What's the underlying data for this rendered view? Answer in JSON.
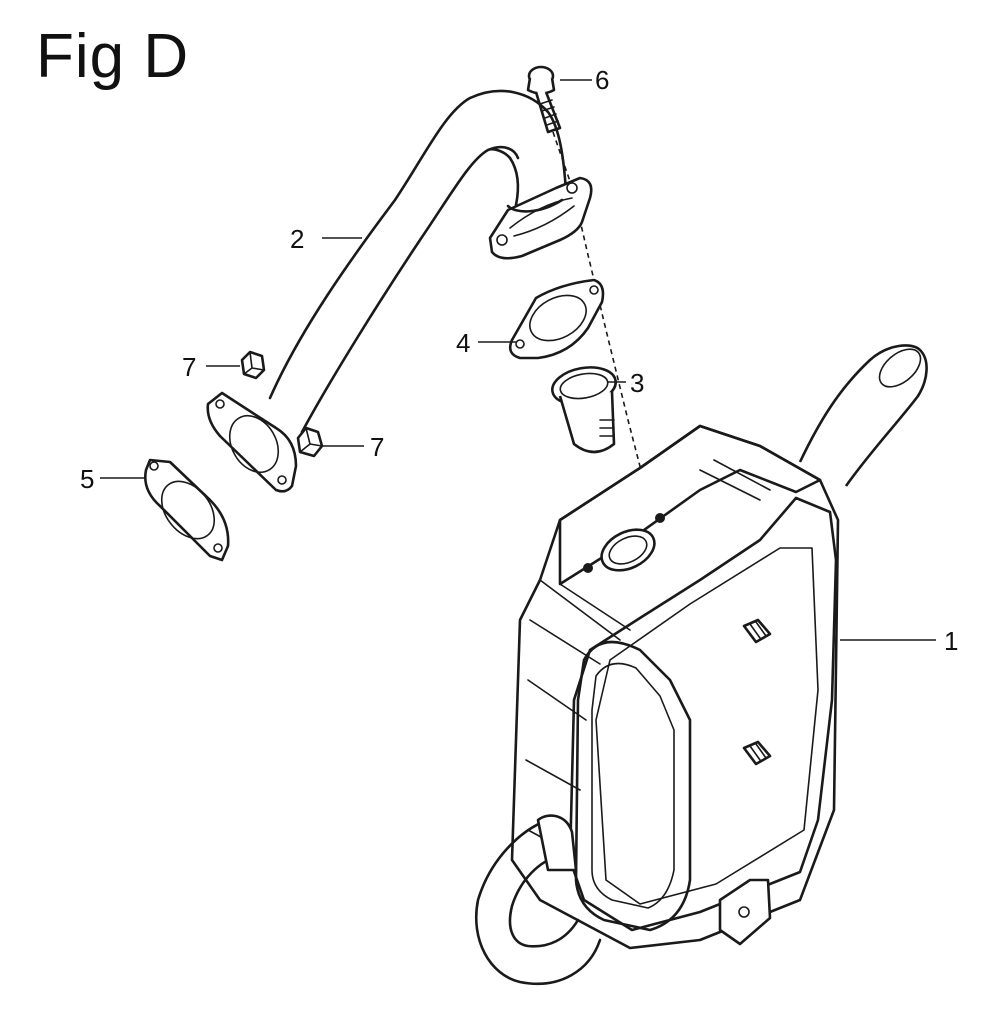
{
  "title": "Fig D",
  "callouts": {
    "c1": "1",
    "c2": "2",
    "c3": "3",
    "c4": "4",
    "c5": "5",
    "c6": "6",
    "c7a": "7",
    "c7b": "7"
  }
}
